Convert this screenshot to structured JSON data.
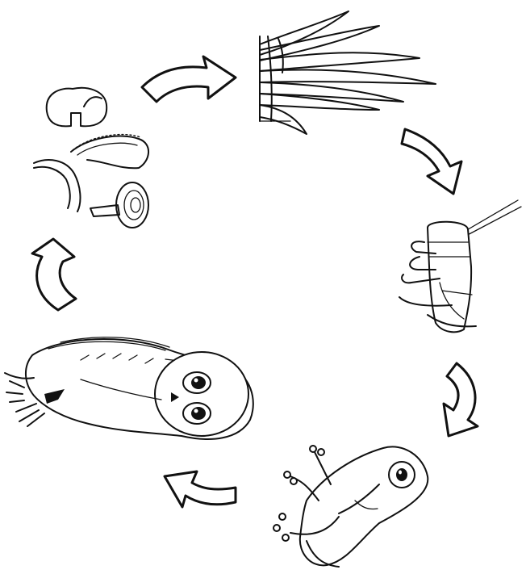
{
  "diagram": {
    "type": "food-cycle",
    "nodes": [
      {
        "id": "grass",
        "icon": "grass-icon"
      },
      {
        "id": "grasshopper",
        "icon": "grasshopper-icon"
      },
      {
        "id": "frog",
        "icon": "frog-icon"
      },
      {
        "id": "owl",
        "icon": "owl-icon"
      },
      {
        "id": "decomposers",
        "icon": "decomposers-icon",
        "items": [
          "mushroom-icon",
          "millipede-icon",
          "worm-icon",
          "snail-icon"
        ]
      }
    ],
    "edges": [
      {
        "from": "decomposers",
        "to": "grass"
      },
      {
        "from": "grass",
        "to": "grasshopper"
      },
      {
        "from": "grasshopper",
        "to": "frog"
      },
      {
        "from": "frog",
        "to": "owl"
      },
      {
        "from": "owl",
        "to": "decomposers"
      }
    ],
    "colors": {
      "ink": "#111111",
      "background": "#ffffff"
    }
  }
}
